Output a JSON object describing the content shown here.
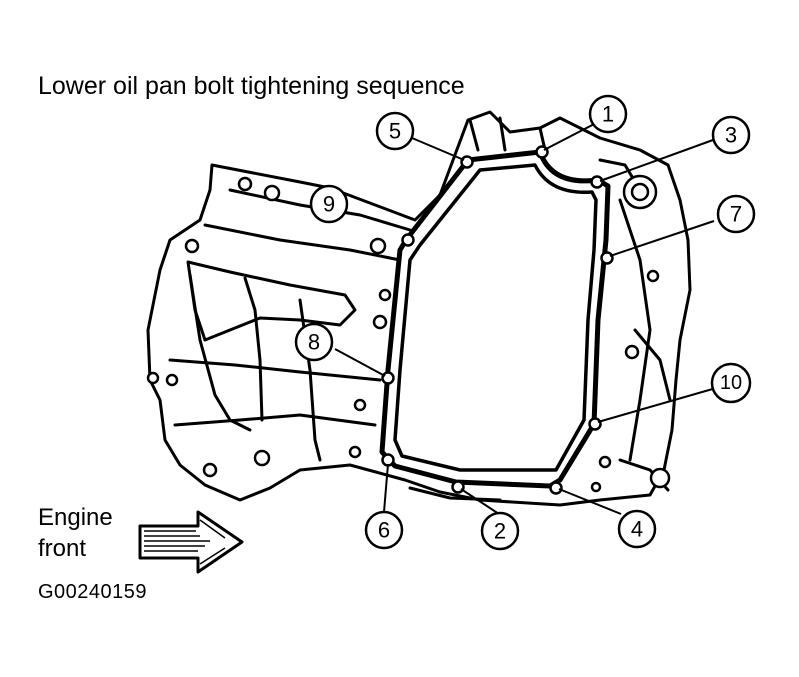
{
  "title": "Lower oil pan bolt tightening sequence",
  "engine_front_label": [
    "Engine",
    "front"
  ],
  "figure_code": "G00240159",
  "colors": {
    "ink": "#000000",
    "paper": "#ffffff"
  },
  "callouts": [
    "1",
    "2",
    "3",
    "4",
    "5",
    "6",
    "7",
    "8",
    "9",
    "10"
  ]
}
